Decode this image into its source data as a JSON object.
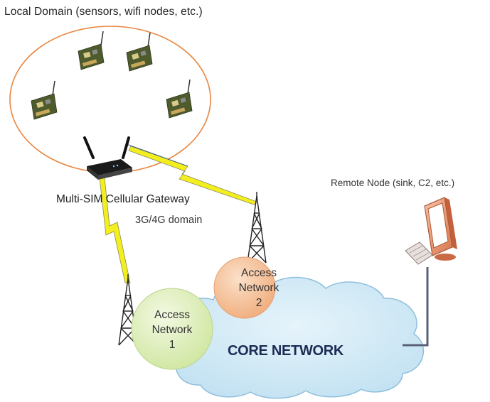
{
  "diagram": {
    "local_domain_label": "Local Domain (sensors, wifi nodes, etc.)",
    "gateway_label": "Multi-SIM Cellular Gateway",
    "cellular_domain_label": "3G/4G domain",
    "remote_node_label": "Remote Node (sink, C2, etc.)",
    "core_network_label": "CORE NETWORK",
    "access_network_1": {
      "line1": "Access",
      "line2": "Network",
      "line3": "1"
    },
    "access_network_2": {
      "line1": "Access",
      "line2": "Network",
      "line3": "2"
    },
    "colors": {
      "domain_ellipse": "#e9853e",
      "cloud_fill": "#cfe8f5",
      "cloud_stroke": "#8fbfdc",
      "access_network_1_fill": "#e4f2c4",
      "access_network_2_fill": "#f7c7a0",
      "lightning_fill": "#f3ef1f",
      "link_line": "#5a6078",
      "core_text": "#1d2c55"
    },
    "icons": [
      "sensor-board-icon",
      "router-icon",
      "cell-tower-icon",
      "lightning-link-icon",
      "computer-icon",
      "cloud-icon"
    ]
  }
}
